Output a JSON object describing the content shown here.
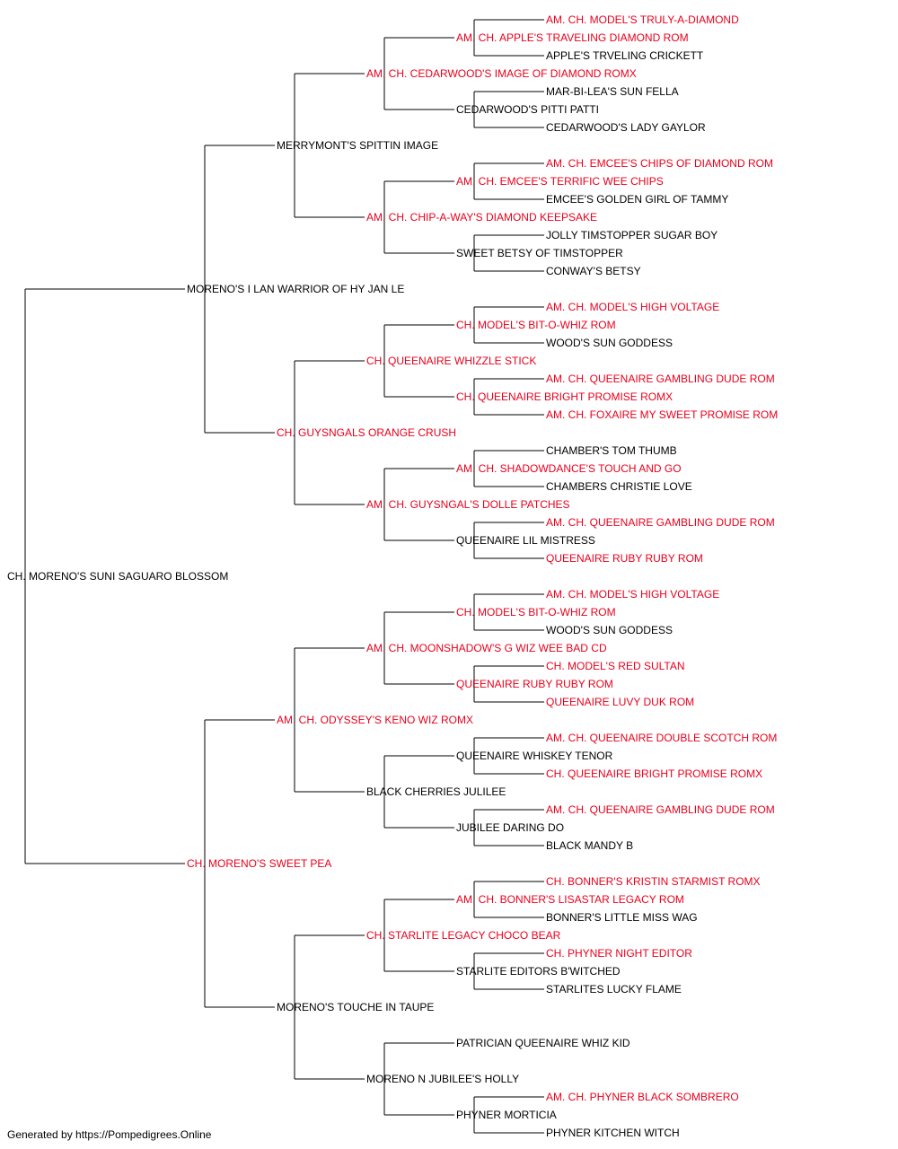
{
  "colors": {
    "champion": "#e8001c",
    "normal": "#000000",
    "line": "#000000"
  },
  "pedigree": {
    "subject": {
      "name": "CH. MORENO'S SUNI SAGUARO BLOSSOM",
      "champ": false
    },
    "sire": {
      "name": "MORENO'S I LAN WARRIOR OF HY JAN LE",
      "champ": false
    },
    "dam": {
      "name": "CH. MORENO'S SWEET PEA",
      "champ": true
    },
    "gen2": [
      {
        "name": "MERRYMONT'S SPITTIN IMAGE",
        "champ": false
      },
      {
        "name": "CH. GUYSNGALS ORANGE CRUSH",
        "champ": true
      },
      {
        "name": "AM. CH. ODYSSEY'S KENO WIZ ROMX",
        "champ": true
      },
      {
        "name": "MORENO'S TOUCHE IN TAUPE",
        "champ": false
      }
    ],
    "gen3": [
      {
        "name": "AM. CH. CEDARWOOD'S IMAGE OF DIAMOND ROMX",
        "champ": true
      },
      {
        "name": "AM. CH. CHIP-A-WAY'S DIAMOND KEEPSAKE",
        "champ": true
      },
      {
        "name": "CH. QUEENAIRE WHIZZLE STICK",
        "champ": true
      },
      {
        "name": "AM. CH. GUYSNGAL'S DOLLE PATCHES",
        "champ": true
      },
      {
        "name": "AM. CH. MOONSHADOW'S G WIZ WEE BAD CD",
        "champ": true
      },
      {
        "name": "BLACK CHERRIES JULILEE",
        "champ": false
      },
      {
        "name": "CH. STARLITE LEGACY CHOCO BEAR",
        "champ": true
      },
      {
        "name": "MORENO N JUBILEE'S HOLLY",
        "champ": false
      }
    ],
    "gen4": [
      {
        "name": "AM. CH. APPLE'S TRAVELING DIAMOND ROM",
        "champ": true
      },
      {
        "name": "CEDARWOOD'S PITTI PATTI",
        "champ": false
      },
      {
        "name": "AM. CH. EMCEE'S TERRIFIC WEE CHIPS",
        "champ": true
      },
      {
        "name": "SWEET BETSY OF TIMSTOPPER",
        "champ": false
      },
      {
        "name": "CH. MODEL'S BIT-O-WHIZ ROM",
        "champ": true
      },
      {
        "name": "CH. QUEENAIRE BRIGHT PROMISE ROMX",
        "champ": true
      },
      {
        "name": "AM. CH. SHADOWDANCE'S TOUCH AND GO",
        "champ": true
      },
      {
        "name": "QUEENAIRE LIL MISTRESS",
        "champ": false
      },
      {
        "name": "CH. MODEL'S BIT-O-WHIZ ROM",
        "champ": true
      },
      {
        "name": "QUEENAIRE RUBY RUBY ROM",
        "champ": true
      },
      {
        "name": "QUEENAIRE WHISKEY TENOR",
        "champ": false
      },
      {
        "name": "JUBILEE DARING DO",
        "champ": false
      },
      {
        "name": "AM. CH. BONNER'S LISASTAR LEGACY ROM",
        "champ": true
      },
      {
        "name": "STARLITE EDITORS B'WITCHED",
        "champ": false
      },
      {
        "name": "PATRICIAN QUEENAIRE WHIZ KID",
        "champ": false
      },
      {
        "name": "PHYNER MORTICIA",
        "champ": false
      }
    ],
    "gen5": [
      {
        "name": "AM. CH. MODEL'S TRULY-A-DIAMOND",
        "champ": true
      },
      {
        "name": "APPLE'S TRVELING CRICKETT",
        "champ": false
      },
      {
        "name": "MAR-BI-LEA'S SUN FELLA",
        "champ": false
      },
      {
        "name": "CEDARWOOD'S LADY GAYLOR",
        "champ": false
      },
      {
        "name": "AM. CH. EMCEE'S CHIPS OF DIAMOND ROM",
        "champ": true
      },
      {
        "name": "EMCEE'S GOLDEN GIRL OF TAMMY",
        "champ": false
      },
      {
        "name": "JOLLY TIMSTOPPER SUGAR BOY",
        "champ": false
      },
      {
        "name": "CONWAY'S BETSY",
        "champ": false
      },
      {
        "name": "AM. CH. MODEL'S HIGH VOLTAGE",
        "champ": true
      },
      {
        "name": "WOOD'S SUN GODDESS",
        "champ": false
      },
      {
        "name": "AM. CH. QUEENAIRE GAMBLING DUDE ROM",
        "champ": true
      },
      {
        "name": "AM. CH. FOXAIRE MY SWEET PROMISE ROM",
        "champ": true
      },
      {
        "name": "CHAMBER'S TOM THUMB",
        "champ": false
      },
      {
        "name": "CHAMBERS CHRISTIE LOVE",
        "champ": false
      },
      {
        "name": "AM. CH. QUEENAIRE GAMBLING DUDE ROM",
        "champ": true
      },
      {
        "name": "QUEENAIRE RUBY RUBY ROM",
        "champ": true
      },
      {
        "name": "AM. CH. MODEL'S HIGH VOLTAGE",
        "champ": true
      },
      {
        "name": "WOOD'S SUN GODDESS",
        "champ": false
      },
      {
        "name": "CH. MODEL'S RED SULTAN",
        "champ": true
      },
      {
        "name": "QUEENAIRE LUVY DUK ROM",
        "champ": true
      },
      {
        "name": "AM. CH. QUEENAIRE DOUBLE SCOTCH ROM",
        "champ": true
      },
      {
        "name": "CH. QUEENAIRE BRIGHT PROMISE ROMX",
        "champ": true
      },
      {
        "name": "AM. CH. QUEENAIRE GAMBLING DUDE ROM",
        "champ": true
      },
      {
        "name": "BLACK MANDY B",
        "champ": false
      },
      {
        "name": "CH. BONNER'S KRISTIN STARMIST ROMX",
        "champ": true
      },
      {
        "name": "BONNER'S LITTLE MISS WAG",
        "champ": false
      },
      {
        "name": "CH. PHYNER NIGHT EDITOR",
        "champ": true
      },
      {
        "name": "STARLITES LUCKY FLAME",
        "champ": false
      },
      {
        "name": "",
        "champ": false
      },
      {
        "name": "",
        "champ": false
      },
      {
        "name": "AM. CH. PHYNER BLACK SOMBRERO",
        "champ": true
      },
      {
        "name": "PHYNER KITCHEN WITCH",
        "champ": false
      }
    ]
  },
  "footer": "Generated by https://Pompedigrees.Online"
}
